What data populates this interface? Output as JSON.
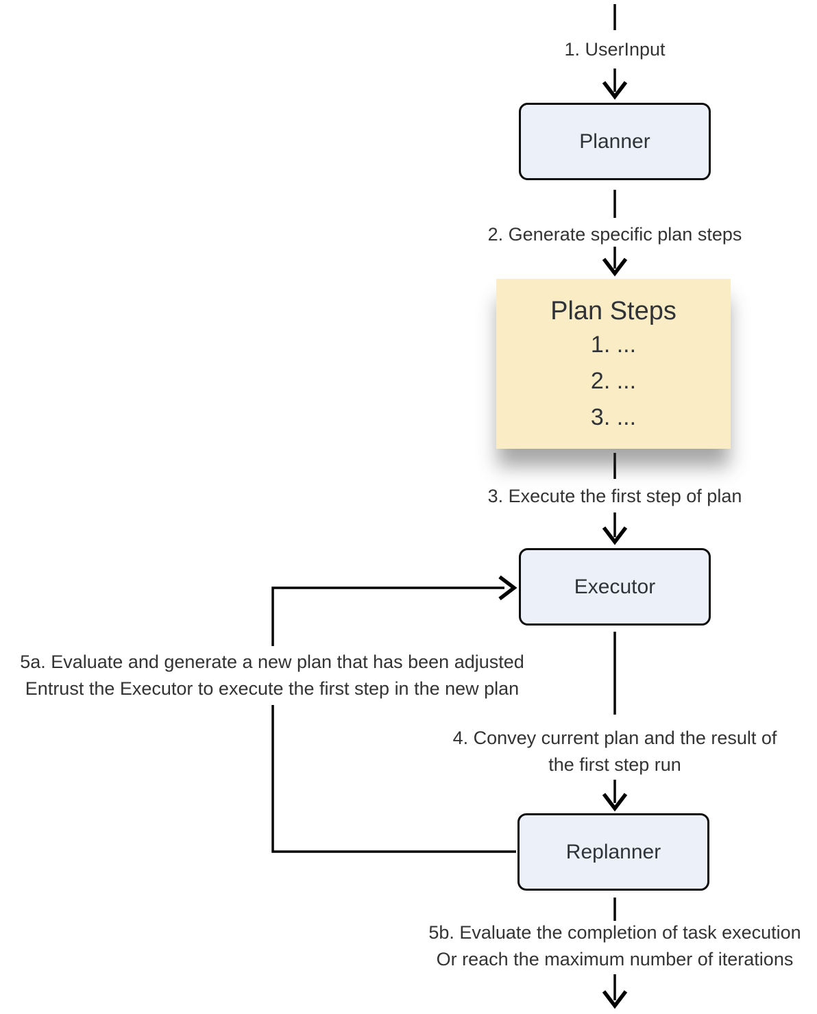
{
  "diagram": {
    "type": "flowchart",
    "nodes": {
      "planner": "Planner",
      "executor": "Executor",
      "replanner": "Replanner"
    },
    "note": {
      "title": "Plan Steps",
      "items": [
        "1. ...",
        "2. ...",
        "3. ..."
      ]
    },
    "edges": {
      "step1": "1. UserInput",
      "step2": "2. Generate specific plan steps",
      "step3": "3. Execute the first step of plan",
      "step4_line1": "4. Convey current plan and the result of",
      "step4_line2": "the first step run",
      "step5a_line1": "5a. Evaluate and generate a new plan that has been adjusted",
      "step5a_line2": "Entrust the Executor to execute the first step in the new plan",
      "step5b_line1": "5b. Evaluate the completion of task execution",
      "step5b_line2": "Or reach the maximum number of iterations"
    },
    "colors": {
      "node_fill": "#ECF0F9",
      "node_border": "#0B0B0B",
      "note_fill": "#FAEDC6",
      "line": "#000000",
      "text": "#333333"
    }
  }
}
